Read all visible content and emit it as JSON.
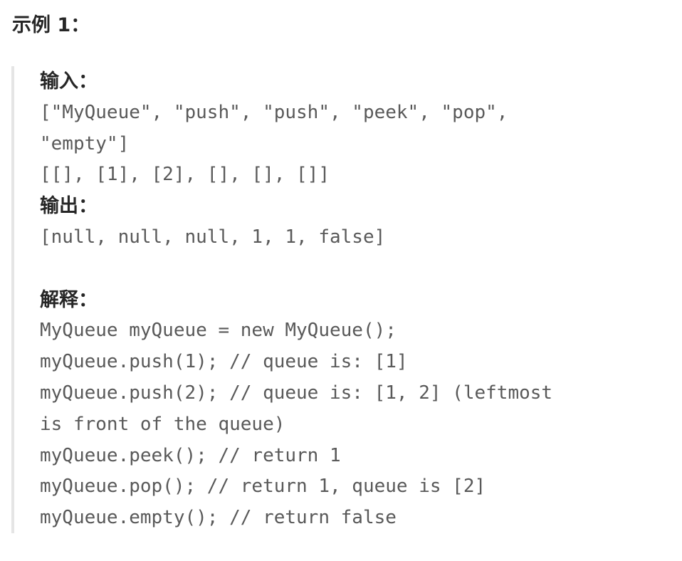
{
  "example_title": "示例 1：",
  "input": {
    "label": "输入：",
    "line1": "[\"MyQueue\", \"push\", \"push\", \"peek\", \"pop\",",
    "line2": "\"empty\"]",
    "line3": "[[], [1], [2], [], [], []]"
  },
  "output": {
    "label": "输出：",
    "line1": "[null, null, null, 1, 1, false]"
  },
  "explanation": {
    "label": "解释：",
    "lines": [
      "MyQueue myQueue = new MyQueue();",
      "myQueue.push(1); // queue is: [1]",
      "myQueue.push(2); // queue is: [1, 2] (leftmost",
      "is front of the queue)",
      "myQueue.peek(); // return 1",
      "myQueue.pop(); // return 1, queue is [2]",
      "myQueue.empty(); // return false"
    ]
  }
}
